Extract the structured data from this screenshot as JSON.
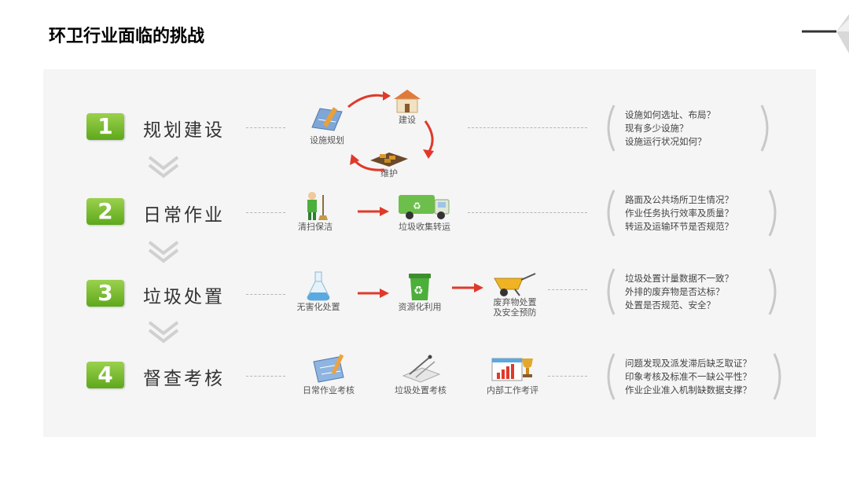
{
  "title": "环卫行业面临的挑战",
  "stages": [
    {
      "number": "1",
      "title": "规划建设",
      "items": [
        "设施规划",
        "建设",
        "维护"
      ],
      "questions": [
        "设施如何选址、布局？",
        "现有多少设施？",
        "设施运行状况如何？"
      ]
    },
    {
      "number": "2",
      "title": "日常作业",
      "items": [
        "清扫保洁",
        "垃圾收集转运"
      ],
      "questions": [
        "路面及公共场所卫生情况？",
        "作业任务执行效率及质量？",
        "转运及运输环节是否规范？"
      ]
    },
    {
      "number": "3",
      "title": "垃圾处置",
      "items": [
        "无害化处置",
        "资源化利用",
        "废弃物处置",
        "及安全预防"
      ],
      "questions": [
        "垃圾处置计量数据不一致？",
        "外排的废弃物是否达标？",
        "处置是否规范、安全？"
      ]
    },
    {
      "number": "4",
      "title": "督查考核",
      "items": [
        "日常作业考核",
        "垃圾处置考核",
        "内部工作考评"
      ],
      "questions": [
        "问题发现及派发滞后缺乏取证？",
        "印象考核及标准不一缺公平性？",
        "作业企业准入机制缺数据支撑？"
      ]
    }
  ],
  "colors": {
    "badge": "#7cc23a",
    "arrow": "#e0392b",
    "chevron": "#cfcfcf"
  }
}
